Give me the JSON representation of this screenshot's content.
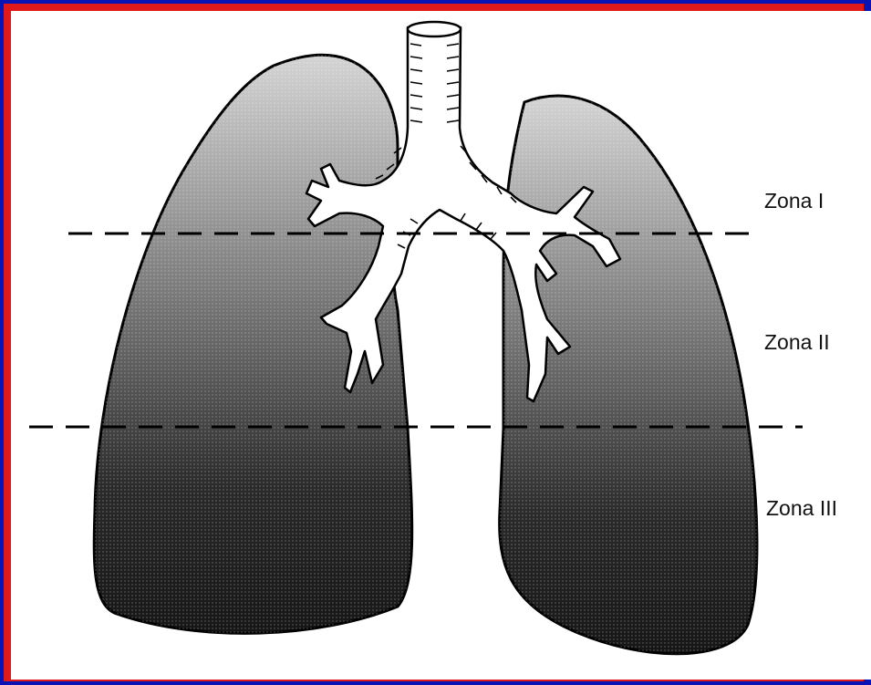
{
  "zones": [
    {
      "label": "Zona I"
    },
    {
      "label": "Zona II"
    },
    {
      "label": "Zona III"
    }
  ],
  "colors": {
    "frame_blue": "#0a14b4",
    "frame_red": "#e0191b",
    "lung_top": "#c8c8c8",
    "lung_bottom": "#1c1c1c",
    "outline": "#000000",
    "airway": "#ffffff"
  },
  "icons": [
    "trachea",
    "bronchial-tree",
    "left-lung",
    "right-lung"
  ]
}
